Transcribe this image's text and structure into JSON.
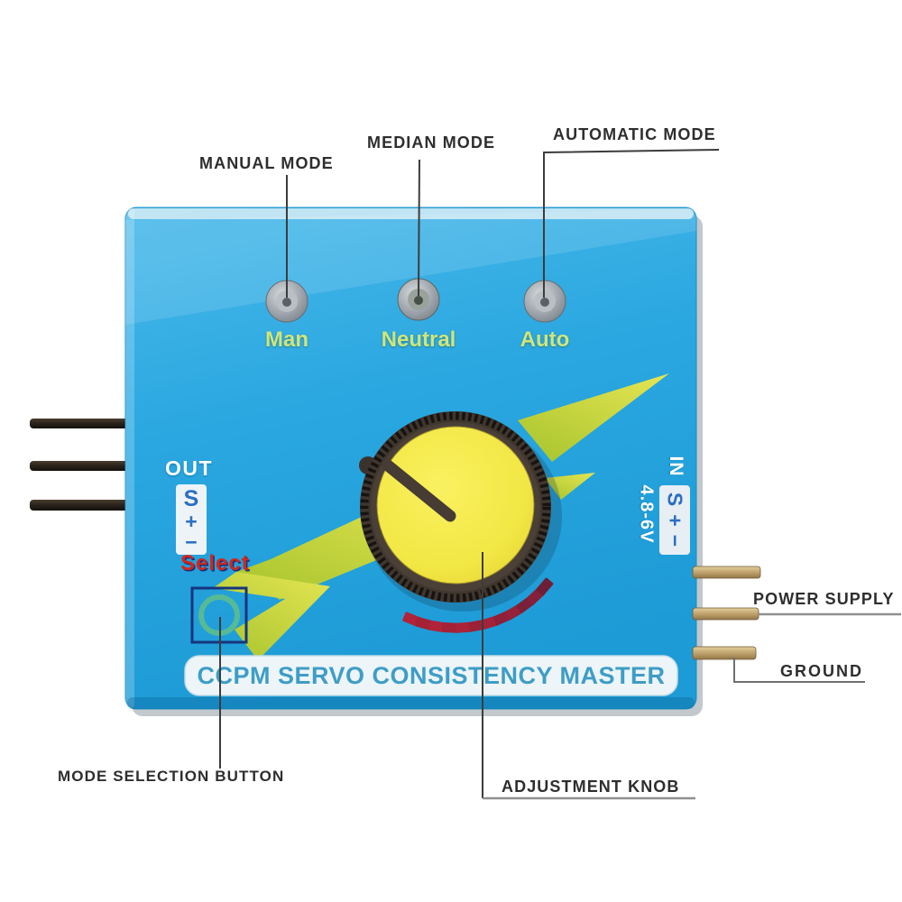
{
  "device": {
    "brand_banner": "CCPM SERVO CONSISTENCY MASTER",
    "select_label": "Select",
    "out_label": "OUT",
    "in_label": "IN",
    "input_voltage": "4.8-6V",
    "led_labels": [
      "Man",
      "Neutral",
      "Auto"
    ],
    "pin_labels": [
      "S",
      "+",
      "−"
    ]
  },
  "annotations": {
    "manual_mode": "MANUAL MODE",
    "median_mode": "MEDIAN MODE",
    "automatic_mode": "AUTOMATIC MODE",
    "mode_selection_button": "MODE SELECTION BUTTON",
    "adjustment_knob": "ADJUSTMENT KNOB",
    "power_supply": "POWER SUPPLY",
    "ground": "GROUND"
  },
  "colors": {
    "device_blue": "#2aa7e0",
    "bolt_green": "#bfd53c",
    "knob_yellow": "#f2e744",
    "led_label_green": "#cfe57d",
    "select_red": "#d3261b",
    "banner_text_teal": "#3e9dc6",
    "tick_red": "#a32237"
  }
}
